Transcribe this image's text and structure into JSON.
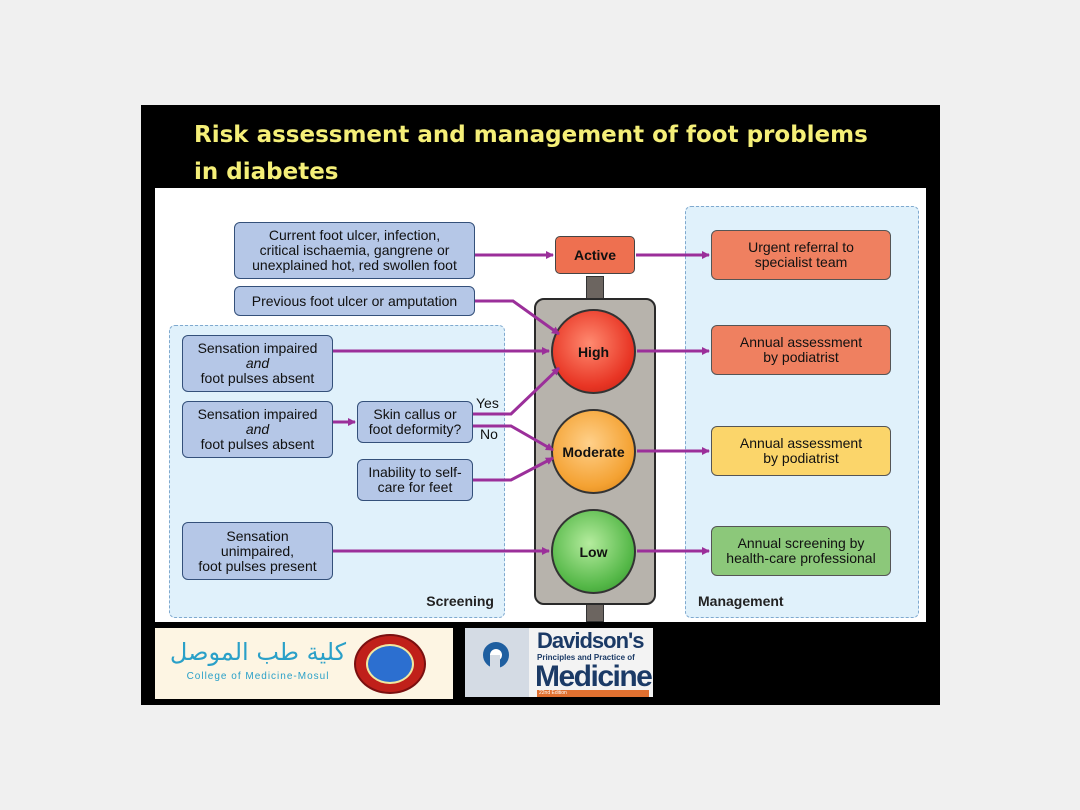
{
  "title": "Risk assessment and management of foot problems in diabetes",
  "zones": {
    "screening": "Screening",
    "management": "Management"
  },
  "screening_boxes": {
    "current": [
      "Current foot ulcer, infection,",
      "critical ischaemia, gangrene or",
      "unexplained hot, red swollen foot"
    ],
    "previous": [
      "Previous foot ulcer or amputation"
    ],
    "high_sens": [
      "Sensation impaired",
      "and",
      "foot pulses absent"
    ],
    "mod_sens": [
      "Sensation impaired",
      "and",
      "foot pulses absent"
    ],
    "callus": [
      "Skin callus or",
      "foot deformity?"
    ],
    "selfcare": [
      "Inability to self-",
      "care for feet"
    ],
    "low_sens": [
      "Sensation",
      "unimpaired,",
      "foot pulses present"
    ]
  },
  "decision": {
    "yes": "Yes",
    "no": "No"
  },
  "risk_levels": {
    "active": "Active",
    "high": "High",
    "moderate": "Moderate",
    "low": "Low"
  },
  "management_boxes": {
    "active": [
      "Urgent referral to",
      "specialist team"
    ],
    "high": [
      "Annual assessment",
      "by podiatrist"
    ],
    "moderate": [
      "Annual assessment",
      "by podiatrist"
    ],
    "low": [
      "Annual screening by",
      "health-care professional"
    ]
  },
  "colors": {
    "arrow": "#9b2f9a",
    "active": "#ee7050",
    "high": "#e83524",
    "moderate": "#f4a233",
    "low": "#55b848",
    "mgmt_active": "#ef8060",
    "mgmt_high": "#ef8060",
    "mgmt_moderate": "#fbd56a",
    "mgmt_low": "#8cc87a"
  },
  "logos": {
    "college_arabic": "كلية طب الموصل",
    "college_english": "College of Medicine-Mosul",
    "book_title": "Davidson's",
    "book_subtitle": "Principles and Practice of",
    "book_main": "Medicine",
    "book_edition": "22nd Edition"
  }
}
